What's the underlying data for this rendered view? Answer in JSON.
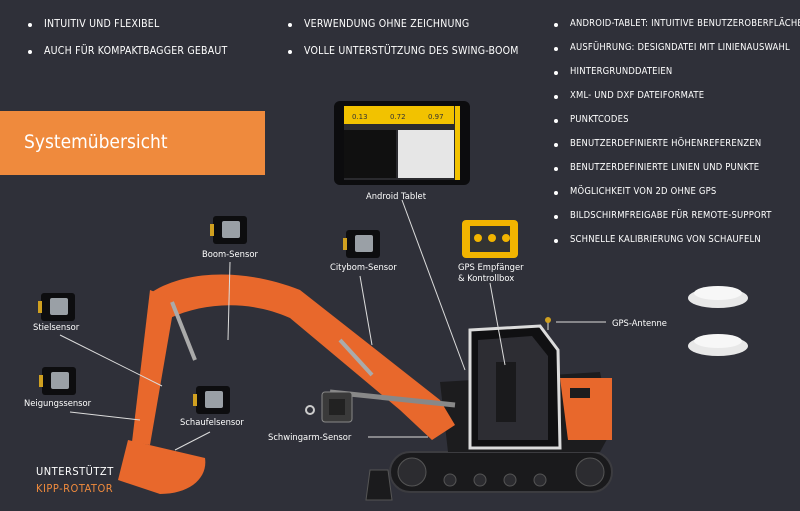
{
  "features": {
    "col1": [
      "Intuitiv und flexibel",
      "Auch für Kompaktbagger gebaut"
    ],
    "col2": [
      "Verwendung ohne Zeichnung",
      "Volle Unterstützung des Swing-Boom"
    ],
    "col3": [
      "Android-Tablet: intuitive Benutzeroberfläche",
      "Ausführung: Designdatei mit Linienauswahl",
      "Hintergrunddateien",
      "XML- und DXF Dateiformate",
      "Punktcodes",
      "Benutzerdefinierte Höhenreferenzen",
      "Benutzerdefinierte Linien und Punkte",
      "Möglichkeit von 2D ohne GPS",
      "Bildschirmfreigabe für Remote-Support",
      "Schnelle Kalibrierung von Schaufeln"
    ]
  },
  "banner_title": "Systemübersicht",
  "labels": {
    "tablet": "Android Tablet",
    "boom": "Boom-Sensor",
    "citybom": "Citybom-Sensor",
    "gps_box": "GPS Empfänger\n& Kontrollbox",
    "gps_antenna": "GPS-Antenne",
    "stiel": "Stielsensor",
    "neigung": "Neigungssensor",
    "schaufel": "Schaufelsensor",
    "schwingarm": "Schwingarm-Sensor"
  },
  "tablet_readouts": [
    "0.13",
    "0.72",
    "0.97"
  ],
  "rotator": {
    "line1": "Unterstützt",
    "line2": "Kipp-Rotator"
  },
  "colors": {
    "background": "#2f3039",
    "accent": "#ef8a3d",
    "excavator": "#e8682c"
  }
}
